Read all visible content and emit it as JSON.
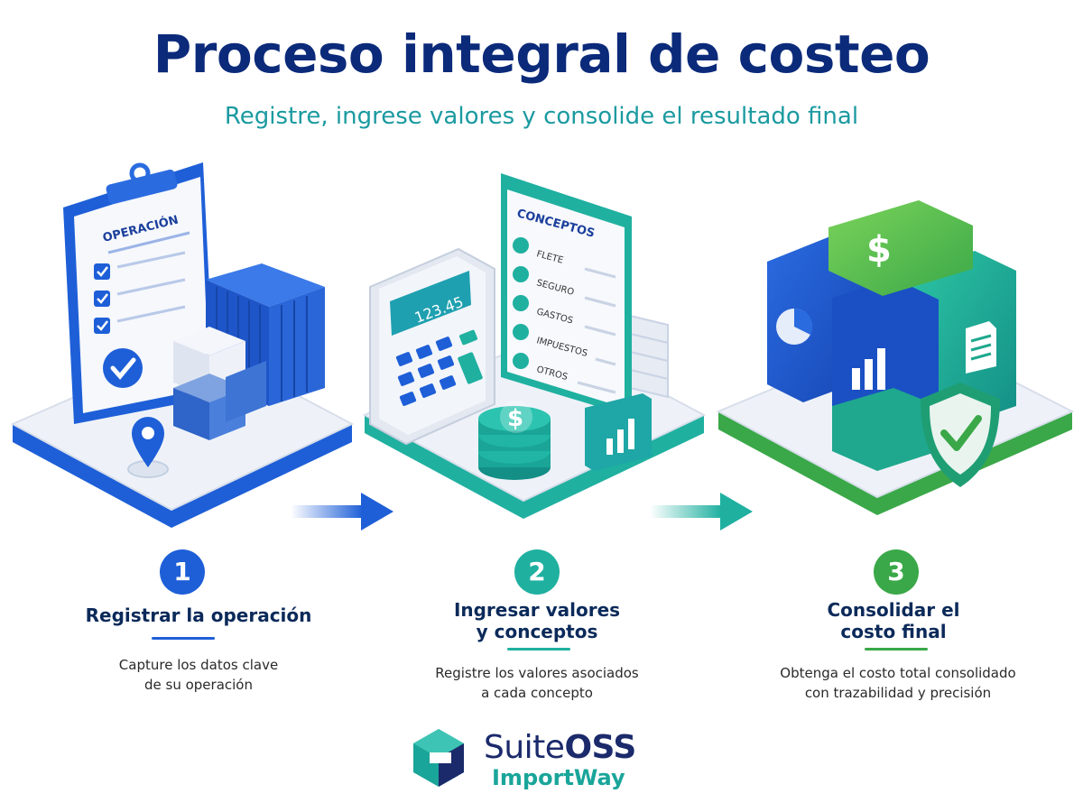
{
  "header": {
    "title": "Proceso integral de costeo",
    "subtitle": "Registre, ingrese valores y consolide el resultado final"
  },
  "colors": {
    "step1": "#1e5fd8",
    "step2": "#1fb0a0",
    "step3": "#3aa848",
    "navy": "#0b2a7a"
  },
  "illustrations": {
    "clipboard_label": "OPERACIÓN",
    "calculator_display": "123.45",
    "concepts_label": "CONCEPTOS",
    "concepts": [
      "FLETE",
      "SEGURO",
      "GASTOS",
      "IMPUESTOS",
      "OTROS"
    ]
  },
  "steps": [
    {
      "number": "1",
      "title_lines": [
        "Registrar la operación"
      ],
      "description_lines": [
        "Capture los datos clave",
        "de su operación"
      ]
    },
    {
      "number": "2",
      "title_lines": [
        "Ingresar valores",
        "y conceptos"
      ],
      "description_lines": [
        "Registre los valores asociados",
        "a cada concepto"
      ]
    },
    {
      "number": "3",
      "title_lines": [
        "Consolidar el",
        "costo final"
      ],
      "description_lines": [
        "Obtenga el costo total consolidado",
        "con trazabilidad y precisión"
      ]
    }
  ],
  "logo": {
    "brand_light": "Suite",
    "brand_bold": "OSS",
    "product": "ImportWay"
  }
}
